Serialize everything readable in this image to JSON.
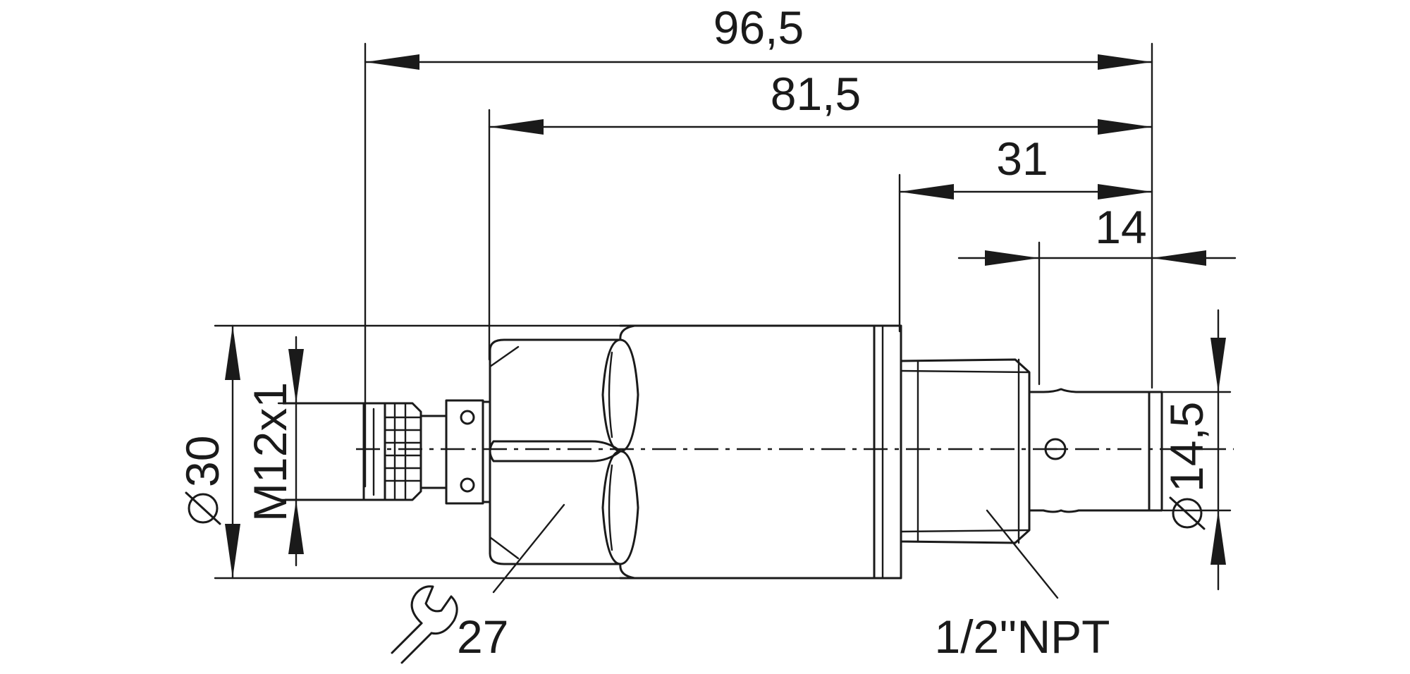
{
  "dimensions": {
    "overall_length": "96,5",
    "body_length": "81,5",
    "process_connection_length": "31",
    "thread_length": "14",
    "body_diameter": "30",
    "connector_thread": "M12x1",
    "port_diameter": "14,5"
  },
  "callouts": {
    "wrench_size": "27",
    "thread_spec": "1/2''NPT"
  },
  "symbols": {
    "diameter": "diameter-symbol",
    "wrench": "wrench-icon"
  }
}
